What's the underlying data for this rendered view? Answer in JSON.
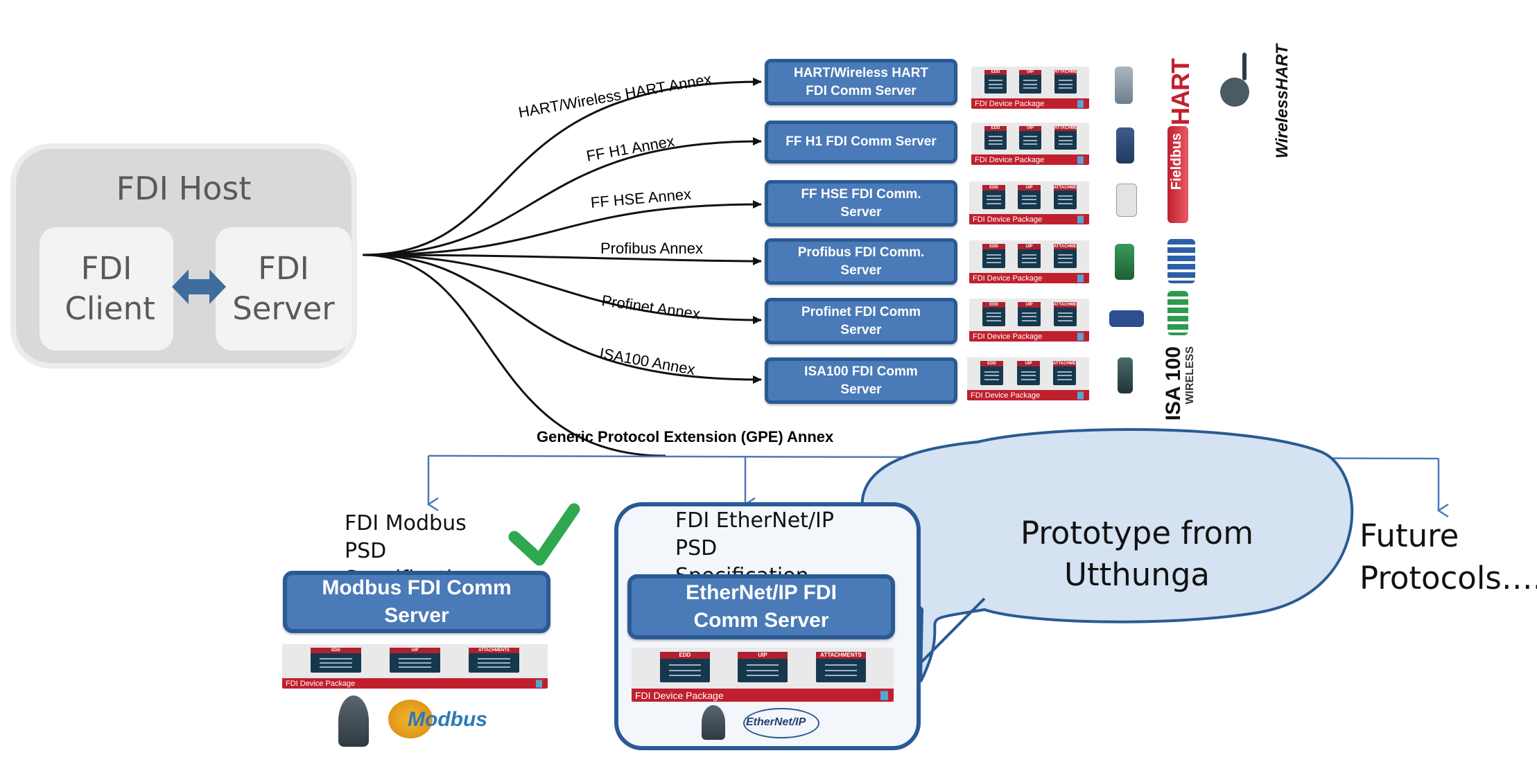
{
  "colors": {
    "server_fill": "#4a7ab7",
    "server_border": "#2a5a94",
    "host_fill": "#d9d9d9",
    "branch_line": "#4a7ab7",
    "package_strip": "#c0202e",
    "check_green": "#2fa84f"
  },
  "host": {
    "title": "FDI Host",
    "client_label": "FDI Client",
    "server_label": "FDI Server",
    "arrow_icon": "double-arrow-icon"
  },
  "annexes": [
    {
      "label": "HART/Wireless HART  Annex",
      "server": "HART/Wireless HART FDI Comm Server",
      "logo": "HART",
      "logo2": "WirelessHART"
    },
    {
      "label": "FF H1  Annex",
      "server": "FF H1 FDI Comm Server",
      "logo": "Fieldbus"
    },
    {
      "label": "FF HSE Annex",
      "server": "FF HSE FDI Comm. Server",
      "logo": ""
    },
    {
      "label": "Profibus Annex",
      "server": "Profibus FDI Comm. Server",
      "logo": ""
    },
    {
      "label": "Profinet Annex",
      "server": "Profinet FDI Comm Server",
      "logo": ""
    },
    {
      "label": "ISA100 Annex",
      "server": "ISA100 FDI Comm Server",
      "logo": "ISA 100",
      "logo2": "WIRELESS"
    }
  ],
  "package": {
    "strip_label": "FDI Device Package",
    "tiles": [
      "EDD",
      "UIP",
      "ATTACHMENTS"
    ]
  },
  "gpe": {
    "label": "Generic Protocol Extension (GPE) Annex"
  },
  "modbus": {
    "spec": "FDI Modbus PSD Specification",
    "server": "Modbus FDI Comm Server",
    "logo": "Modbus"
  },
  "ethernetip": {
    "spec": "FDI EtherNet/IP PSD Specification",
    "server": "EtherNet/IP FDI Comm Server",
    "logo": "EtherNet/IP"
  },
  "callout": {
    "text": "Prototype from Utthunga"
  },
  "future": {
    "text": "Future Protocols…."
  }
}
